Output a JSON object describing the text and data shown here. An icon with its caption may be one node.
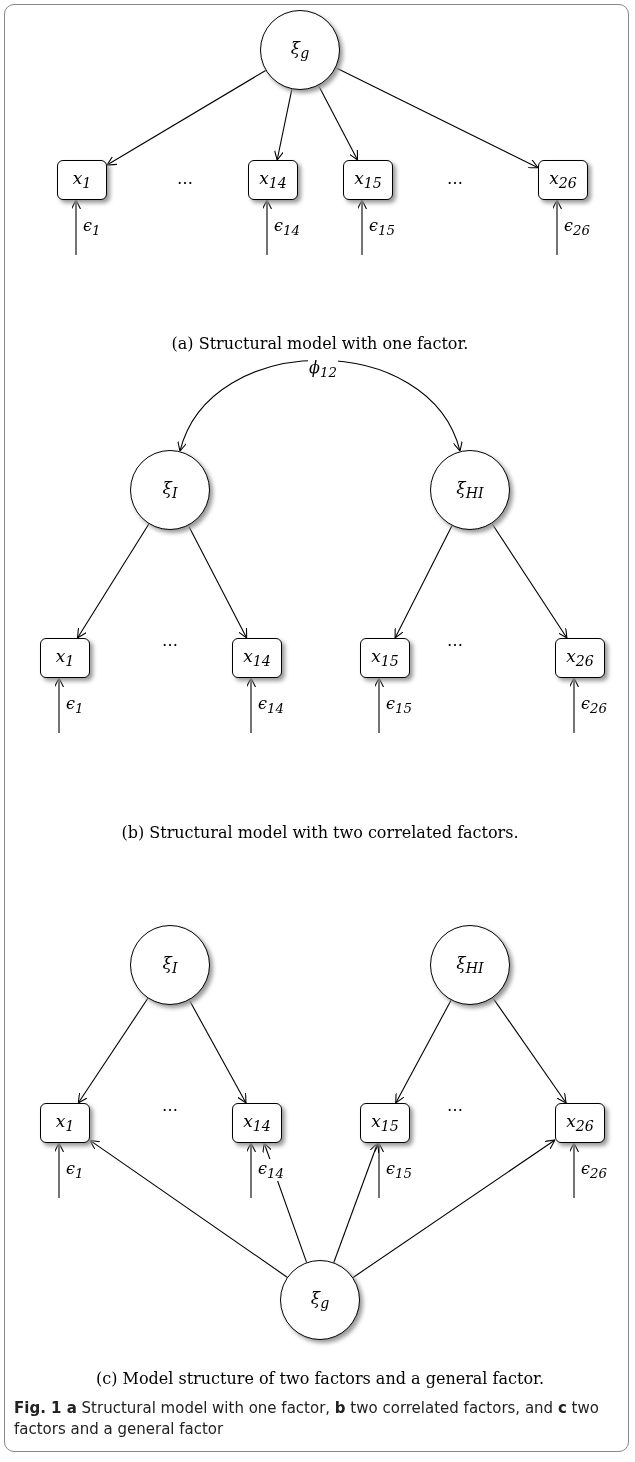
{
  "diagram": {
    "caption": "**Fig. 1 a** Structural model with one factor, **b** two correlated factors, and **c** two factors and a general factor",
    "nodes": [
      {
        "text": [
          "ξ$_{g}$"
        ]
      },
      {
        "text": [
          "x$_{1}$"
        ]
      },
      {
        "text": [
          "x$_{14}$"
        ]
      },
      {
        "text": [
          "x$_{15}$"
        ]
      },
      {
        "text": [
          "x$_{26}$"
        ]
      },
      {
        "text": [
          "ξ$_{I}$"
        ]
      },
      {
        "text": [
          "ξ$_{HI}$"
        ]
      },
      {
        "text": [
          "x$_{1}$"
        ]
      },
      {
        "text": [
          "x$_{14}$"
        ]
      },
      {
        "text": [
          "x$_{15}$"
        ]
      },
      {
        "text": [
          "x$_{26}$"
        ]
      },
      {
        "text": [
          "ξ$_{I}$"
        ]
      },
      {
        "text": [
          "ξ$_{HI}$"
        ]
      },
      {
        "text": [
          "x$_{1}$"
        ]
      },
      {
        "text": [
          "x$_{14}$"
        ]
      },
      {
        "text": [
          "x$_{15}$"
        ]
      },
      {
        "text": [
          "x$_{26}$"
        ]
      },
      {
        "text": [
          "ξ$_{g}$"
        ]
      }
    ],
    "edges": [
      {
        "from": 0,
        "to": 1,
        "arrow": "to"
      },
      {
        "from": 0,
        "to": 2,
        "arrow": "to"
      },
      {
        "from": 0,
        "to": 3,
        "arrow": "to"
      },
      {
        "from": 0,
        "to": 4,
        "arrow": "to"
      },
      {
        "from": null,
        "to": 1,
        "arrow": "to",
        "label": "ϵ$_{1}$"
      },
      {
        "from": null,
        "to": 2,
        "arrow": "to",
        "label": "ϵ$_{14}$"
      },
      {
        "from": null,
        "to": 3,
        "arrow": "to",
        "label": "ϵ$_{15}$"
      },
      {
        "from": null,
        "to": 4,
        "arrow": "to",
        "label": "ϵ$_{26}$"
      },
      {
        "from": 5,
        "to": 6,
        "arrow": "both",
        "label": "ϕ$_{12}$"
      },
      {
        "from": 5,
        "to": 7,
        "arrow": "to"
      },
      {
        "from": 5,
        "to": 8,
        "arrow": "to"
      },
      {
        "from": 6,
        "to": 9,
        "arrow": "to"
      },
      {
        "from": 6,
        "to": 10,
        "arrow": "to"
      },
      {
        "from": null,
        "to": 7,
        "arrow": "to",
        "label": "ϵ$_{1}$"
      },
      {
        "from": null,
        "to": 8,
        "arrow": "to",
        "label": "ϵ$_{14}$"
      },
      {
        "from": null,
        "to": 9,
        "arrow": "to",
        "label": "ϵ$_{15}$"
      },
      {
        "from": null,
        "to": 10,
        "arrow": "to",
        "label": "ϵ$_{26}$"
      },
      {
        "from": 11,
        "to": 13,
        "arrow": "to"
      },
      {
        "from": 11,
        "to": 14,
        "arrow": "to"
      },
      {
        "from": 12,
        "to": 15,
        "arrow": "to"
      },
      {
        "from": 12,
        "to": 16,
        "arrow": "to"
      },
      {
        "from": null,
        "to": 13,
        "arrow": "to",
        "label": "ϵ$_{1}$"
      },
      {
        "from": null,
        "to": 14,
        "arrow": "to",
        "label": "ϵ$_{14}$"
      },
      {
        "from": null,
        "to": 15,
        "arrow": "to",
        "label": "ϵ$_{15}$"
      },
      {
        "from": null,
        "to": 16,
        "arrow": "to",
        "label": "ϵ$_{26}$"
      },
      {
        "from": 17,
        "to": 13,
        "arrow": "to"
      },
      {
        "from": 17,
        "to": 14,
        "arrow": "to"
      },
      {
        "from": 17,
        "to": 15,
        "arrow": "to"
      },
      {
        "from": 17,
        "to": 16,
        "arrow": "to"
      }
    ],
    "labels": [
      "…",
      "…",
      "(a) Structural model with one factor.",
      "…",
      "…",
      "(b) Structural model with two correlated factors.",
      "…",
      "…",
      "(c) Model structure of two factors and a general factor."
    ]
  }
}
